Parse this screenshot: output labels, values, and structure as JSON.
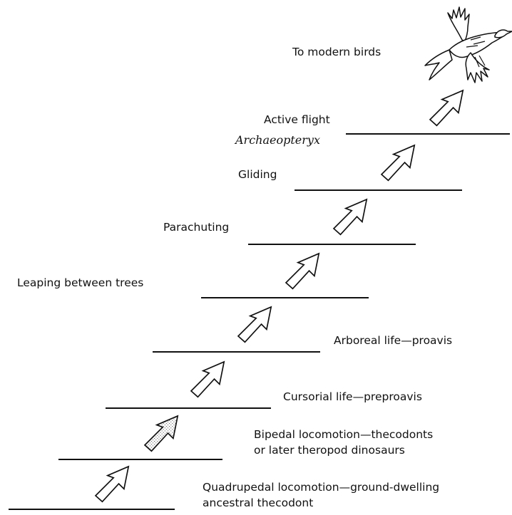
{
  "diagram": {
    "stages": [
      {
        "id": "quadrupedal",
        "label_line1": "Quadrupedal locomotion—ground-dwelling",
        "label_line2": "ancestral thecodont"
      },
      {
        "id": "bipedal",
        "label_line1": "Bipedal locomotion—thecodonts",
        "label_line2": "or later theropod dinosaurs"
      },
      {
        "id": "cursorial",
        "label": "Cursorial life—preproavis"
      },
      {
        "id": "arboreal",
        "label": "Arboreal life—proavis"
      },
      {
        "id": "leaping",
        "label": "Leaping between trees"
      },
      {
        "id": "parachuting",
        "label": "Parachuting"
      },
      {
        "id": "gliding",
        "label": "Gliding"
      },
      {
        "id": "active-flight",
        "label": "Active flight",
        "sublabel": "Archaeopteryx"
      },
      {
        "id": "modern-birds",
        "label": "To modern birds"
      }
    ],
    "illustration": {
      "icon": "bird-icon"
    }
  }
}
